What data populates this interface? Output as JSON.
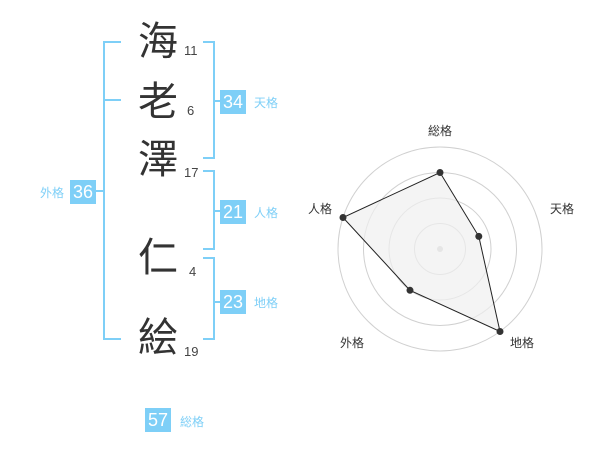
{
  "name": {
    "chars": [
      {
        "char": "海",
        "strokes": "11"
      },
      {
        "char": "老",
        "strokes": "6"
      },
      {
        "char": "澤",
        "strokes": "17"
      },
      {
        "char": "仁",
        "strokes": "4"
      },
      {
        "char": "絵",
        "strokes": "19"
      }
    ]
  },
  "fortune": {
    "tenkaku": {
      "value": "34",
      "label": "天格"
    },
    "jinkaku": {
      "value": "21",
      "label": "人格"
    },
    "chikaku": {
      "value": "23",
      "label": "地格"
    },
    "gaikaku": {
      "value": "36",
      "label": "外格"
    },
    "soukaku": {
      "value": "57",
      "label": "総格"
    }
  },
  "colors": {
    "accent": "#7ecff7",
    "text": "#333333",
    "grid": "#d0d0d0",
    "area": "#f0f0f0"
  },
  "chart_data": {
    "type": "radar",
    "axes": [
      "総格",
      "天格",
      "地格",
      "外格",
      "人格"
    ],
    "values": [
      0.75,
      0.4,
      1.0,
      0.5,
      1.0
    ],
    "rings": 4
  }
}
